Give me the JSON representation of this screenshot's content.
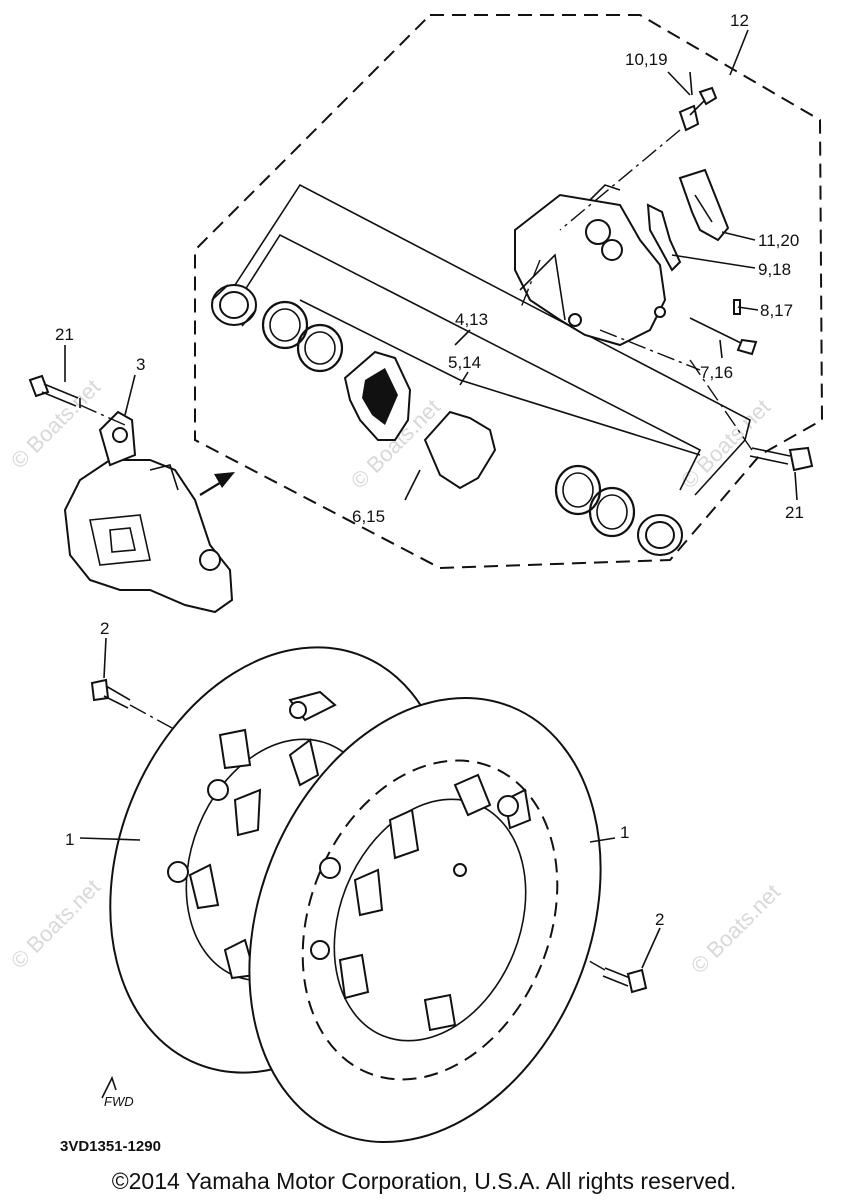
{
  "diagram": {
    "callouts": {
      "c12": "12",
      "c10_19": "10,19",
      "c11_20": "11,20",
      "c9_18": "9,18",
      "c8_17": "8,17",
      "c7_16": "7,16",
      "c4_13": "4,13",
      "c5_14": "5,14",
      "c6_15": "6,15",
      "c21_left": "21",
      "c21_right": "21",
      "c3": "3",
      "c2_top": "2",
      "c2_bottom": "2",
      "c1_left": "1",
      "c1_right": "1"
    },
    "direction_mark": "FWD",
    "diagram_code": "3VD1351-1290",
    "watermark": "© Boats.net"
  },
  "footer": {
    "copyright": "©2014 Yamaha Motor Corporation, U.S.A. All rights reserved."
  }
}
